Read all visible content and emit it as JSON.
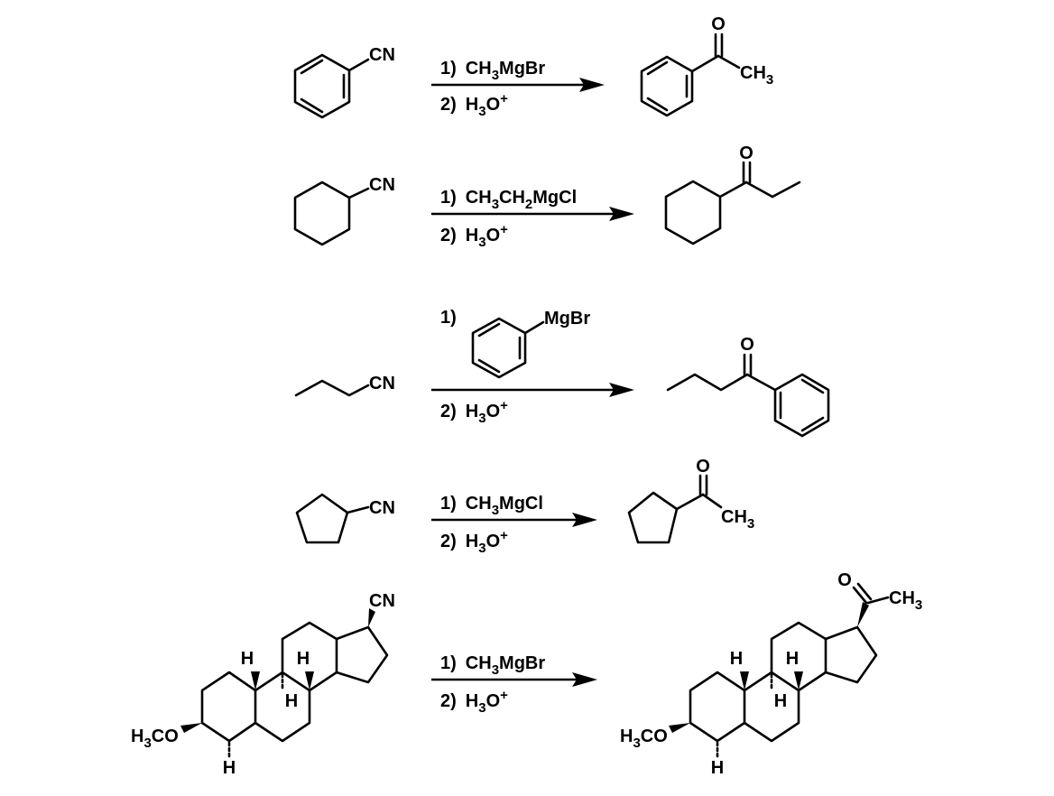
{
  "reactions": [
    {
      "reactant_label": "CN",
      "reagents": [
        {
          "step": "1)",
          "parts": [
            [
              "CH",
              ""
            ],
            [
              "3",
              "sub"
            ],
            [
              "MgBr",
              ""
            ]
          ]
        },
        {
          "step": "2)",
          "parts": [
            [
              "H",
              ""
            ],
            [
              "3",
              "sub"
            ],
            [
              "O",
              ""
            ],
            [
              "+",
              "sup"
            ]
          ]
        }
      ],
      "product_labels": {
        "oxygen": "O",
        "methyl": [
          [
            "CH",
            ""
          ],
          [
            "3",
            "sub"
          ]
        ]
      }
    },
    {
      "reactant_label": "CN",
      "reagents": [
        {
          "step": "1)",
          "parts": [
            [
              "CH",
              ""
            ],
            [
              "3",
              "sub"
            ],
            [
              "CH",
              ""
            ],
            [
              "2",
              "sub"
            ],
            [
              "MgCl",
              ""
            ]
          ]
        },
        {
          "step": "2)",
          "parts": [
            [
              "H",
              ""
            ],
            [
              "3",
              "sub"
            ],
            [
              "O",
              ""
            ],
            [
              "+",
              "sup"
            ]
          ]
        }
      ],
      "product_labels": {
        "oxygen": "O"
      }
    },
    {
      "reactant_label": "CN",
      "reagents": [
        {
          "step": "1)",
          "parts": [
            [
              "MgBr",
              ""
            ]
          ]
        },
        {
          "step": "2)",
          "parts": [
            [
              "H",
              ""
            ],
            [
              "3",
              "sub"
            ],
            [
              "O",
              ""
            ],
            [
              "+",
              "sup"
            ]
          ]
        }
      ],
      "product_labels": {
        "oxygen": "O"
      }
    },
    {
      "reactant_label": "CN",
      "reagents": [
        {
          "step": "1)",
          "parts": [
            [
              "CH",
              ""
            ],
            [
              "3",
              "sub"
            ],
            [
              "MgCl",
              ""
            ]
          ]
        },
        {
          "step": "2)",
          "parts": [
            [
              "H",
              ""
            ],
            [
              "3",
              "sub"
            ],
            [
              "O",
              ""
            ],
            [
              "+",
              "sup"
            ]
          ]
        }
      ],
      "product_labels": {
        "oxygen": "O",
        "methyl": [
          [
            "CH",
            ""
          ],
          [
            "3",
            "sub"
          ]
        ]
      }
    },
    {
      "reactant_label": "CN",
      "reagents": [
        {
          "step": "1)",
          "parts": [
            [
              "CH",
              ""
            ],
            [
              "3",
              "sub"
            ],
            [
              "MgBr",
              ""
            ]
          ]
        },
        {
          "step": "2)",
          "parts": [
            [
              "H",
              ""
            ],
            [
              "3",
              "sub"
            ],
            [
              "O",
              ""
            ],
            [
              "+",
              "sup"
            ]
          ]
        }
      ],
      "product_labels": {
        "oxygen": "O",
        "methyl": [
          [
            "CH",
            ""
          ],
          [
            "3",
            "sub"
          ]
        ]
      }
    }
  ],
  "steroid_labels": {
    "methoxy": [
      [
        "H",
        ""
      ],
      [
        "3",
        "sub"
      ],
      [
        "CO",
        ""
      ]
    ],
    "hydrogen": "H"
  }
}
